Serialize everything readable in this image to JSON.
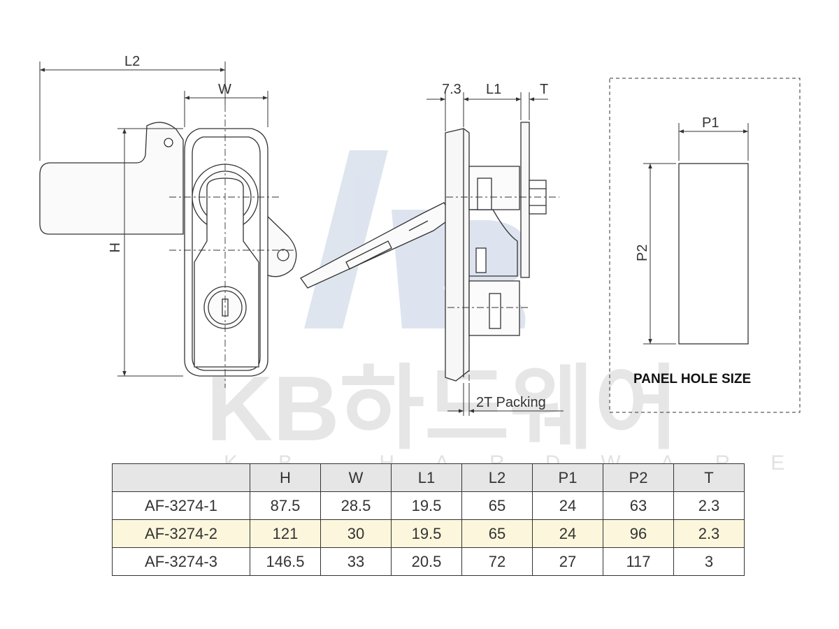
{
  "watermark": {
    "brand": "KB하드웨어",
    "subtitle": "KB HARDWARE",
    "colors": {
      "logo": "#d3dcea",
      "text": "#e6e6e6"
    }
  },
  "dimensions": {
    "front": {
      "l2": "L2",
      "w": "W",
      "h": "H"
    },
    "side": {
      "gap": "7.3",
      "l1": "L1",
      "t": "T",
      "packing": "2T Packing"
    },
    "panel": {
      "p1": "P1",
      "p2": "P2",
      "title": "PANEL HOLE SIZE"
    }
  },
  "table": {
    "headers": [
      "",
      "H",
      "W",
      "L1",
      "L2",
      "P1",
      "P2",
      "T"
    ],
    "rows": [
      {
        "model": "AF-3274-1",
        "values": [
          "87.5",
          "28.5",
          "19.5",
          "65",
          "24",
          "63",
          "2.3"
        ]
      },
      {
        "model": "AF-3274-2",
        "values": [
          "121",
          "30",
          "19.5",
          "65",
          "24",
          "96",
          "2.3"
        ]
      },
      {
        "model": "AF-3274-3",
        "values": [
          "146.5",
          "33",
          "20.5",
          "72",
          "27",
          "117",
          "3"
        ]
      }
    ],
    "highlight_row": 1,
    "colors": {
      "header_bg": "#e6e6e6",
      "highlight_bg": "#fcf7dc",
      "border": "#333333"
    }
  }
}
